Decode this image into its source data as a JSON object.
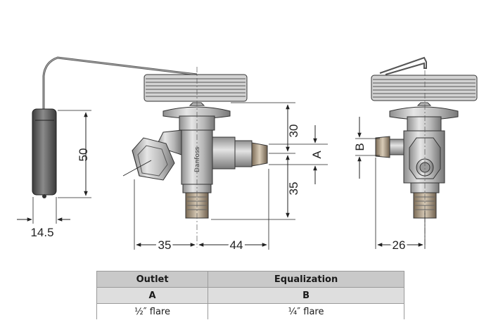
{
  "dimensions": {
    "bulb_length": "50",
    "bulb_width": "14.5",
    "top_height": "30",
    "bottom_height": "35",
    "left_width": "35",
    "right_width": "44",
    "side_width": "26"
  },
  "labels": {
    "outlet": "A",
    "equalization": "B",
    "brand": "Danfoss"
  },
  "table": {
    "headers": [
      "Outlet",
      "Equalization"
    ],
    "subheaders": [
      "A",
      "B"
    ],
    "values": [
      "½″ flare",
      "¼″ flare"
    ]
  }
}
